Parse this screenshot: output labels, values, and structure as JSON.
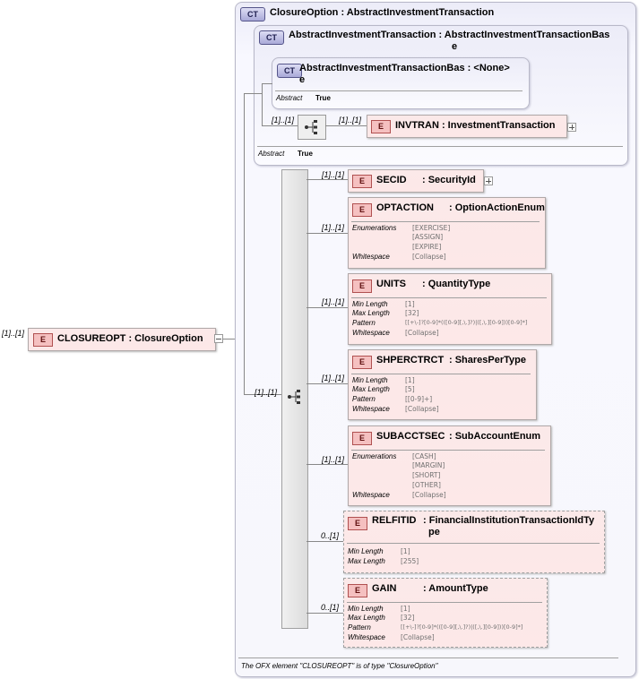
{
  "root_element": {
    "badge": "E",
    "title": "CLOSUREOPT : ClosureOption",
    "multiplicity": "[1]..[1]"
  },
  "complex_type": {
    "badge": "CT",
    "title": "ClosureOption : AbstractInvestmentTransaction",
    "abstract_label": "Abstract",
    "abstract_value": "True",
    "footnote": "The OFX element \"CLOSUREOPT\" is of type \"ClosureOption\""
  },
  "base_type_1": {
    "badge": "CT",
    "title_line1": "AbstractInvestmentTransaction : AbstractInvestmentTransactionBas",
    "title_line2": "e"
  },
  "base_type_2": {
    "badge": "CT",
    "title_line1": "AbstractInvestmentTransactionBas : <None>",
    "title_line2": "e",
    "abstract_label": "Abstract",
    "abstract_value": "True"
  },
  "invtran": {
    "badge": "E",
    "title": "INVTRAN : InvestmentTransaction",
    "seq_multiplicity": "[1]..[1]",
    "multiplicity": "[1]..[1]"
  },
  "sequence_multiplicity": "[1]..[1]",
  "elements": [
    {
      "badge": "E",
      "name": "SECID",
      "type": ": SecurityId",
      "multiplicity": "[1]..[1]",
      "facets": []
    },
    {
      "badge": "E",
      "name": "OPTACTION",
      "type": ": OptionActionEnum",
      "multiplicity": "[1]..[1]",
      "facets": [
        {
          "name": "Enumerations",
          "values": [
            "[EXERCISE]",
            "[ASSIGN]",
            "[EXPIRE]"
          ]
        },
        {
          "name": "Whitespace",
          "values": [
            "[Collapse]"
          ]
        }
      ]
    },
    {
      "badge": "E",
      "name": "UNITS",
      "type": ": QuantityType",
      "multiplicity": "[1]..[1]",
      "facets": [
        {
          "name": "Min Length",
          "values": [
            "[1]"
          ]
        },
        {
          "name": "Max Length",
          "values": [
            "[32]"
          ]
        },
        {
          "name": "Pattern",
          "values": [
            "[[+\\-]?[0-9]*(([0-9][,\\.]?)|([,\\.][0-9]))[0-9]*]"
          ]
        },
        {
          "name": "Whitespace",
          "values": [
            "[Collapse]"
          ]
        }
      ]
    },
    {
      "badge": "E",
      "name": "SHPERCTRCT",
      "type": ": SharesPerType",
      "multiplicity": "[1]..[1]",
      "facets": [
        {
          "name": "Min Length",
          "values": [
            "[1]"
          ]
        },
        {
          "name": "Max Length",
          "values": [
            "[5]"
          ]
        },
        {
          "name": "Pattern",
          "values": [
            "[[0-9]+]"
          ]
        },
        {
          "name": "Whitespace",
          "values": [
            "[Collapse]"
          ]
        }
      ]
    },
    {
      "badge": "E",
      "name": "SUBACCTSEC",
      "type": ": SubAccountEnum",
      "multiplicity": "[1]..[1]",
      "facets": [
        {
          "name": "Enumerations",
          "values": [
            "[CASH]",
            "[MARGIN]",
            "[SHORT]",
            "[OTHER]"
          ]
        },
        {
          "name": "Whitespace",
          "values": [
            "[Collapse]"
          ]
        }
      ]
    },
    {
      "badge": "E",
      "name": "RELFITID",
      "type": ": FinancialInstitutionTransactionIdTy",
      "type_line2": "pe",
      "multiplicity": "0..[1]",
      "facets": [
        {
          "name": "Min Length",
          "values": [
            "[1]"
          ]
        },
        {
          "name": "Max Length",
          "values": [
            "[255]"
          ]
        }
      ]
    },
    {
      "badge": "E",
      "name": "GAIN",
      "type": ": AmountType",
      "multiplicity": "0..[1]",
      "facets": [
        {
          "name": "Min Length",
          "values": [
            "[1]"
          ]
        },
        {
          "name": "Max Length",
          "values": [
            "[32]"
          ]
        },
        {
          "name": "Pattern",
          "values": [
            "[[+\\-]?[0-9]*(([0-9][,\\.]?)|([,\\.][0-9]))[0-9]*]"
          ]
        },
        {
          "name": "Whitespace",
          "values": [
            "[Collapse]"
          ]
        }
      ]
    }
  ]
}
